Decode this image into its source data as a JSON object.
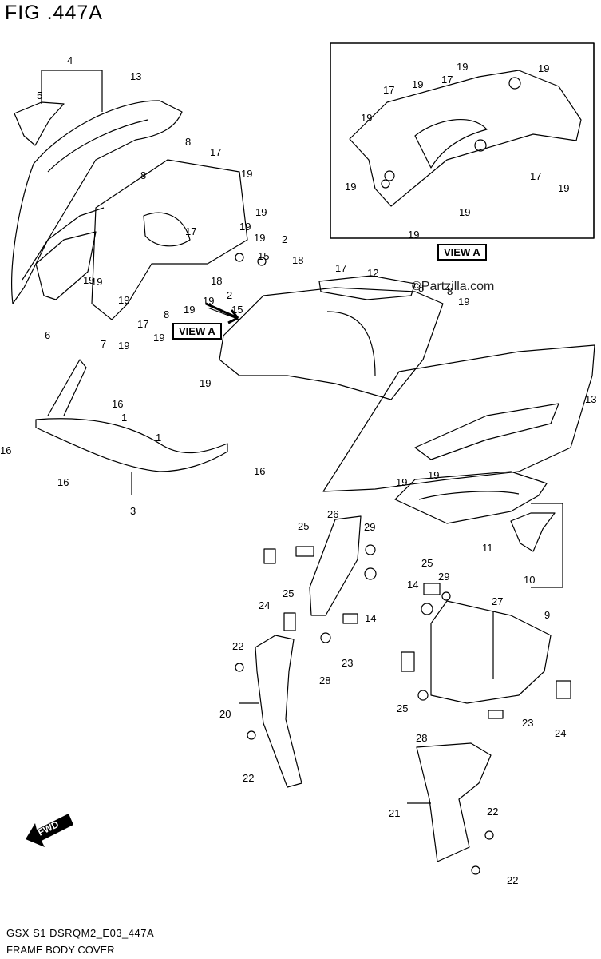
{
  "figure": {
    "title": "FIG .447A",
    "code": "GSX  S1 DSRQM2_E03_447A",
    "name": "FRAME BODY COVER",
    "watermark": "©Partzilla.com"
  },
  "view_label": "VIEW A",
  "fwd_label": "FWD",
  "callouts": [
    {
      "id": "c1",
      "text": "4"
    },
    {
      "id": "c2",
      "text": "13"
    },
    {
      "id": "c3",
      "text": "5"
    },
    {
      "id": "c4",
      "text": "8"
    },
    {
      "id": "c5",
      "text": "8"
    },
    {
      "id": "c6",
      "text": "17"
    },
    {
      "id": "c7",
      "text": "19"
    },
    {
      "id": "c8",
      "text": "19"
    },
    {
      "id": "c9",
      "text": "19"
    },
    {
      "id": "c10",
      "text": "17"
    },
    {
      "id": "c11",
      "text": "19"
    },
    {
      "id": "c12",
      "text": "2"
    },
    {
      "id": "c13",
      "text": "15"
    },
    {
      "id": "c14",
      "text": "18"
    },
    {
      "id": "c15",
      "text": "19"
    },
    {
      "id": "c16",
      "text": "19"
    },
    {
      "id": "c17",
      "text": "19"
    },
    {
      "id": "c18",
      "text": "19"
    },
    {
      "id": "c19",
      "text": "18"
    },
    {
      "id": "c20",
      "text": "2"
    },
    {
      "id": "c21",
      "text": "15"
    },
    {
      "id": "c22",
      "text": "6"
    },
    {
      "id": "c23",
      "text": "7"
    },
    {
      "id": "c24",
      "text": "19"
    },
    {
      "id": "c25",
      "text": "17"
    },
    {
      "id": "c26",
      "text": "19"
    },
    {
      "id": "c27",
      "text": "8"
    },
    {
      "id": "c28",
      "text": "19"
    },
    {
      "id": "c29",
      "text": "17"
    },
    {
      "id": "c30",
      "text": "12"
    },
    {
      "id": "c31",
      "text": "8"
    },
    {
      "id": "c32",
      "text": "8"
    },
    {
      "id": "c33",
      "text": "19"
    },
    {
      "id": "c34",
      "text": "16"
    },
    {
      "id": "c35",
      "text": "1"
    },
    {
      "id": "c36",
      "text": "1"
    },
    {
      "id": "c37",
      "text": "16"
    },
    {
      "id": "c38",
      "text": "16"
    },
    {
      "id": "c39",
      "text": "16"
    },
    {
      "id": "c40",
      "text": "3"
    },
    {
      "id": "c41",
      "text": "13"
    },
    {
      "id": "c42",
      "text": "19"
    },
    {
      "id": "c43",
      "text": "19"
    },
    {
      "id": "c44",
      "text": "11"
    },
    {
      "id": "c45",
      "text": "10"
    },
    {
      "id": "c46",
      "text": "9"
    },
    {
      "id": "c47",
      "text": "25"
    },
    {
      "id": "c48",
      "text": "26"
    },
    {
      "id": "c49",
      "text": "29"
    },
    {
      "id": "c50",
      "text": "24"
    },
    {
      "id": "c51",
      "text": "25"
    },
    {
      "id": "c52",
      "text": "14"
    },
    {
      "id": "c53",
      "text": "22"
    },
    {
      "id": "c54",
      "text": "23"
    },
    {
      "id": "c55",
      "text": "28"
    },
    {
      "id": "c56",
      "text": "20"
    },
    {
      "id": "c57",
      "text": "22"
    },
    {
      "id": "c58",
      "text": "25"
    },
    {
      "id": "c59",
      "text": "29"
    },
    {
      "id": "c60",
      "text": "14"
    },
    {
      "id": "c61",
      "text": "27"
    },
    {
      "id": "c62",
      "text": "25"
    },
    {
      "id": "c63",
      "text": "23"
    },
    {
      "id": "c64",
      "text": "28"
    },
    {
      "id": "c65",
      "text": "24"
    },
    {
      "id": "c66",
      "text": "21"
    },
    {
      "id": "c67",
      "text": "22"
    },
    {
      "id": "c68",
      "text": "22"
    },
    {
      "id": "c69",
      "text": "19"
    },
    {
      "id": "c70",
      "text": "17"
    },
    {
      "id": "c71",
      "text": "17"
    },
    {
      "id": "c72",
      "text": "19"
    },
    {
      "id": "c73",
      "text": "19"
    },
    {
      "id": "c74",
      "text": "19"
    },
    {
      "id": "c75",
      "text": "19"
    },
    {
      "id": "c76",
      "text": "17"
    },
    {
      "id": "c77",
      "text": "19"
    },
    {
      "id": "c78",
      "text": "19"
    },
    {
      "id": "c79",
      "text": "19"
    },
    {
      "id": "c80",
      "text": "19"
    }
  ]
}
